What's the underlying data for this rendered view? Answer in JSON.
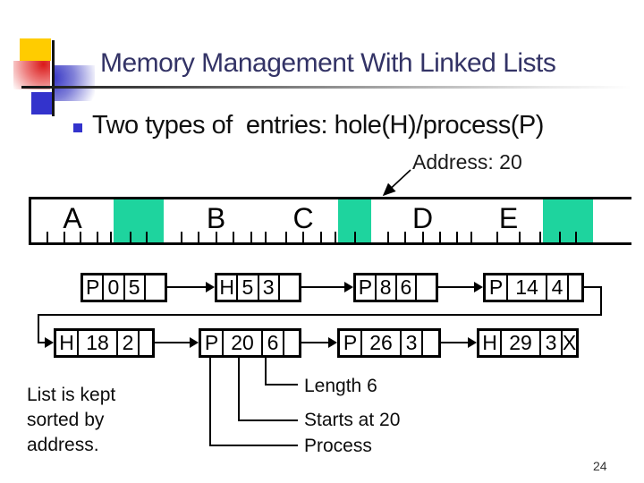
{
  "slide": {
    "title": "Memory Management With Linked Lists",
    "bullet": "Two types of  entries: hole(H)/process(P)",
    "page_number": "24"
  },
  "annotation": {
    "address_label": "Address: 20"
  },
  "colors": {
    "hole_green": "#1ed49e",
    "title_navy": "#333366",
    "bullet_blue": "#3333cc",
    "logo_yellow": "#ffcc00"
  },
  "memory_bar": {
    "segments": [
      {
        "label": "A",
        "type": "process",
        "units": 5,
        "width": 92
      },
      {
        "label": "",
        "type": "hole",
        "units": 3,
        "width": 56
      },
      {
        "label": "B",
        "type": "process",
        "units": 6,
        "width": 117
      },
      {
        "label": "C",
        "type": "process",
        "units": 4,
        "width": 78
      },
      {
        "label": "",
        "type": "hole",
        "units": 2,
        "width": 37
      },
      {
        "label": "D",
        "type": "process",
        "units": 6,
        "width": 115
      },
      {
        "label": "E",
        "type": "process",
        "units": 3,
        "width": 77
      },
      {
        "label": "",
        "type": "hole",
        "units": 3,
        "width": 56
      },
      {
        "label": "",
        "type": "tail",
        "units": 0,
        "width": 43
      }
    ]
  },
  "linked_list": {
    "rows": [
      {
        "nodes": [
          {
            "cells": [
              "P",
              "0",
              "5",
              ""
            ]
          },
          {
            "cells": [
              "H",
              "5",
              "3",
              ""
            ]
          },
          {
            "cells": [
              "P",
              "8",
              "6",
              ""
            ]
          },
          {
            "cells": [
              "P",
              "14",
              "4",
              ""
            ]
          }
        ]
      },
      {
        "nodes": [
          {
            "cells": [
              "H",
              "18",
              "2",
              ""
            ]
          },
          {
            "cells": [
              "P",
              "20",
              "6",
              ""
            ]
          },
          {
            "cells": [
              "P",
              "26",
              "3",
              ""
            ]
          },
          {
            "cells": [
              "H",
              "29",
              "3",
              "X"
            ]
          }
        ]
      }
    ]
  },
  "callouts": {
    "length": "Length 6",
    "starts": "Starts at 20",
    "process": "Process"
  },
  "caption": "List is kept sorted by address."
}
